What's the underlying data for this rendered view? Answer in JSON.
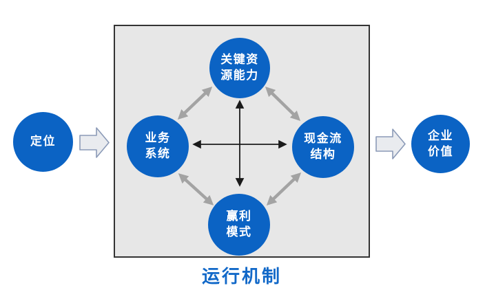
{
  "diagram": {
    "title": "运行机制",
    "nodes": {
      "positioning": {
        "lines": [
          "定位"
        ]
      },
      "key_resources": {
        "lines": [
          "关键资",
          "源能力"
        ]
      },
      "business_system": {
        "lines": [
          "业务",
          "系统"
        ]
      },
      "cash_flow": {
        "lines": [
          "现金流",
          "结构"
        ]
      },
      "profit_model": {
        "lines": [
          "赢利",
          "模式"
        ]
      },
      "enterprise_value": {
        "lines": [
          "企业",
          "价值"
        ]
      }
    },
    "colors": {
      "node_fill": "#0b63c4",
      "node_text": "#ffffff",
      "title_color": "#1168c8",
      "box_fill": "#e7e7e7",
      "box_border": "#333333",
      "gray_arrow": "#a3a3a3",
      "black_arrow": "#1a1a1a",
      "block_arrow_fill": "#e9ebef",
      "block_arrow_border": "#8b9ab7"
    }
  }
}
